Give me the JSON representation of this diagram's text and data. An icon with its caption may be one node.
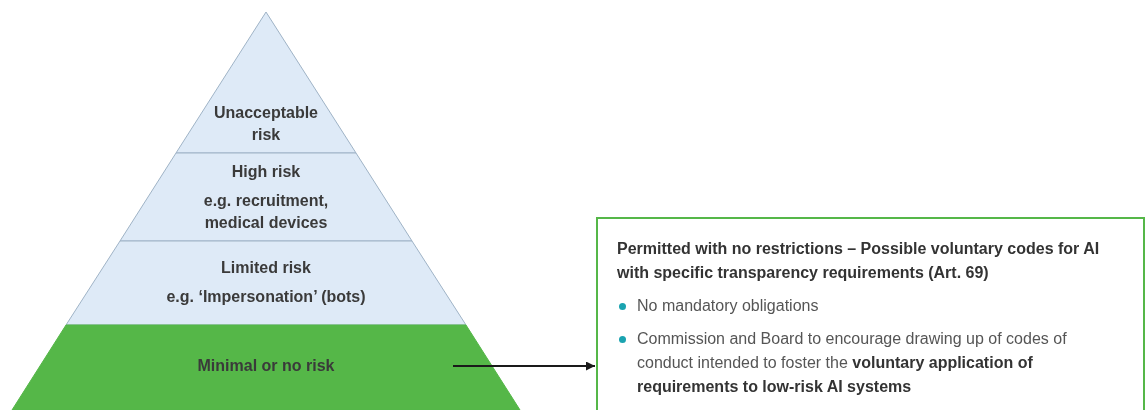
{
  "diagram": {
    "nodes": [
      {
        "text": [
          "Unacceptable risk"
        ]
      },
      {
        "text": [
          "High risk",
          "e.g. recruitment, medical devices"
        ]
      },
      {
        "text": [
          "Limited risk",
          "e.g. ‘Impersonation’ (bots)"
        ]
      },
      {
        "text": [
          "Minimal or no risk"
        ]
      },
      {
        "text": [
          "Permitted with no restrictions – Possible voluntary codes for AI with specific transparency requirements (Art. 69)",
          "No mandatory obligations",
          "Commission and Board to encourage drawing up of codes of conduct intended to foster the **voluntary application of requirements to low-risk AI systems**"
        ]
      }
    ],
    "edges": [
      {
        "from": 3,
        "to": 4,
        "arrow": "to"
      }
    ]
  }
}
